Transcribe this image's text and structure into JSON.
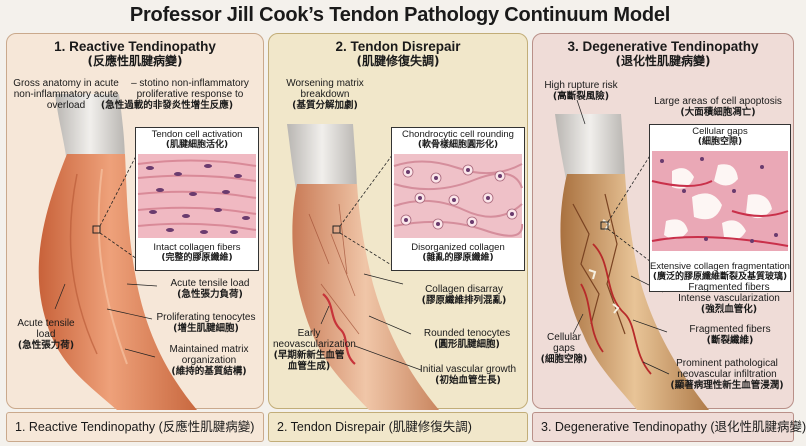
{
  "title": "Professor Jill Cook’s Tendon Pathology Continuum Model",
  "colors": {
    "reactive": "#f6e7d8",
    "disrepair": "#f1e7ca",
    "degenerative": "#efdcd7",
    "tendon": "#e48d61"
  },
  "panel1": {
    "title": "1. Reactive Tendinopathy",
    "title_zh": "(反應性肌腱病變)",
    "gross_text": "Gross anatomy in acute non-inflammatory acute overload",
    "response_text": "– stotino non-inflammatory proliferative response to",
    "response_zh": "(急性過載的非發炎性增生反應)",
    "inset_top": "Tendon cell activation",
    "inset_top_zh": "(肌腱細胞活化)",
    "inset_bottom": "Intact collagen fibers",
    "inset_bottom_zh": "(完整的膠原纖維)",
    "acute_load": "Acute tensile load",
    "acute_load_zh": "(急性張力負荷)",
    "acute_load_left": "Acute tensile load",
    "acute_load_left_zh": "(急性張力荷)",
    "proliferating": "Proliferating tenocytes",
    "proliferating_zh": "(增生肌腱細胞)",
    "matrix": "Maintained matrix organization",
    "matrix_zh": "(維持的基質結構)",
    "footer": "1. Reactive Tendinopathy (反應性肌腱病變)"
  },
  "panel2": {
    "title": "2. Tendon Disrepair",
    "title_zh": "(肌腱修復失調)",
    "worsening": "Worsening matrix breakdown",
    "worsening_zh": "(基質分解加劇)",
    "inset_top": "Chondrocytic cell rounding",
    "inset_top_zh": "(軟骨樣細胞圓形化)",
    "inset_bottom": "Disorganized collagen",
    "inset_bottom_zh": "(雜亂的膠原纖維)",
    "disarray": "Collagen disarray",
    "disarray_zh": "(膠原纖維排列混亂)",
    "rounded": "Rounded tenocytes",
    "rounded_zh": "(圓形肌腱細胞)",
    "early": "Early neovascularization",
    "early_zh": "(早期新新生血管血管生成)",
    "initial": "Initial vascular growth",
    "initial_zh": "(初始血管生長)",
    "footer": "2. Tendon Disrepair (肌腱修復失調)"
  },
  "panel3": {
    "title": "3. Degenerative Tendinopathy",
    "title_zh": "(退化性肌腱病變)",
    "rupture": "High rupture risk",
    "rupture_zh": "(高斷裂風險)",
    "apoptosis": "Large areas of cell apoptosis",
    "apoptosis_zh": "(大面積細胞凋亡)",
    "inset_top": "Cellular gaps",
    "inset_top_zh": "(細胞空隙)",
    "inset_bottom": "Extensive collagen fragmentation",
    "inset_bottom_zh": "(廣泛的膠原纖維斷裂及基質玻璃)",
    "fragmented": "Fragmented fibers",
    "intense": "Intense vascularization",
    "intense_zh": "(強烈血管化)",
    "fragmented2": "Fragmented fibers",
    "fragmented2_zh": "(斷裂纖維)",
    "gaps": "Cellular gaps",
    "gaps_zh": "(細胞空隙)",
    "prominent": "Prominent pathological neovascular infiltration",
    "prominent_zh": "(顯著病理性新生血管浸潤)",
    "footer": "3. Degenerative Tendinopathy (退化性肌腱病變)"
  }
}
